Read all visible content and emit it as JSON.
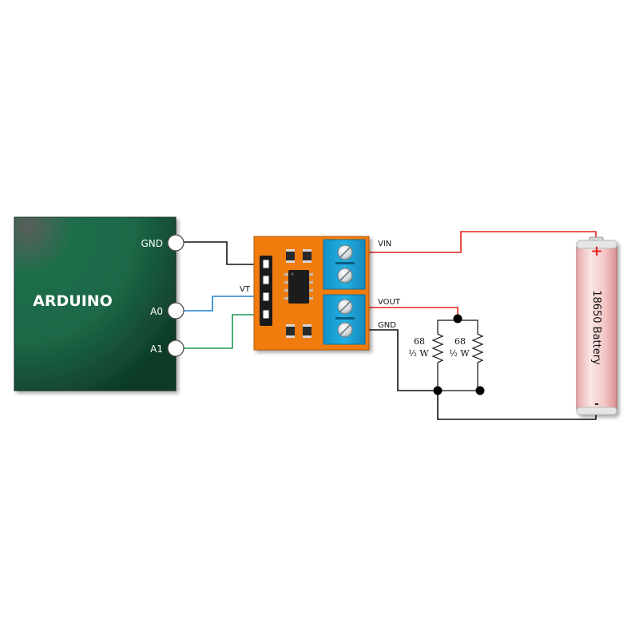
{
  "arduino": {
    "title": "ARDUINO",
    "pins": {
      "gnd": "GND",
      "a0": "A0",
      "a1": "A1"
    }
  },
  "module": {
    "vt_label": "VT",
    "terminal_labels": {
      "vin": "VIN",
      "vout": "VOUT",
      "gnd": "GND"
    }
  },
  "load": {
    "resistor_1": {
      "value": "68",
      "rating": "½ W"
    },
    "resistor_2": {
      "value": "68",
      "rating": "½ W"
    }
  },
  "battery": {
    "label": "18650 Battery",
    "plus": "+",
    "minus": "-"
  },
  "colors": {
    "arduino_green": "#1d6b49",
    "module_orange": "#f07b10",
    "terminal_blue": "#1aa3d6",
    "wire_red": "#e0201b",
    "wire_blue": "#1b7fcf",
    "wire_green": "#1a9a55",
    "wire_black": "#111111",
    "battery_pink": "#f2bcbc"
  }
}
